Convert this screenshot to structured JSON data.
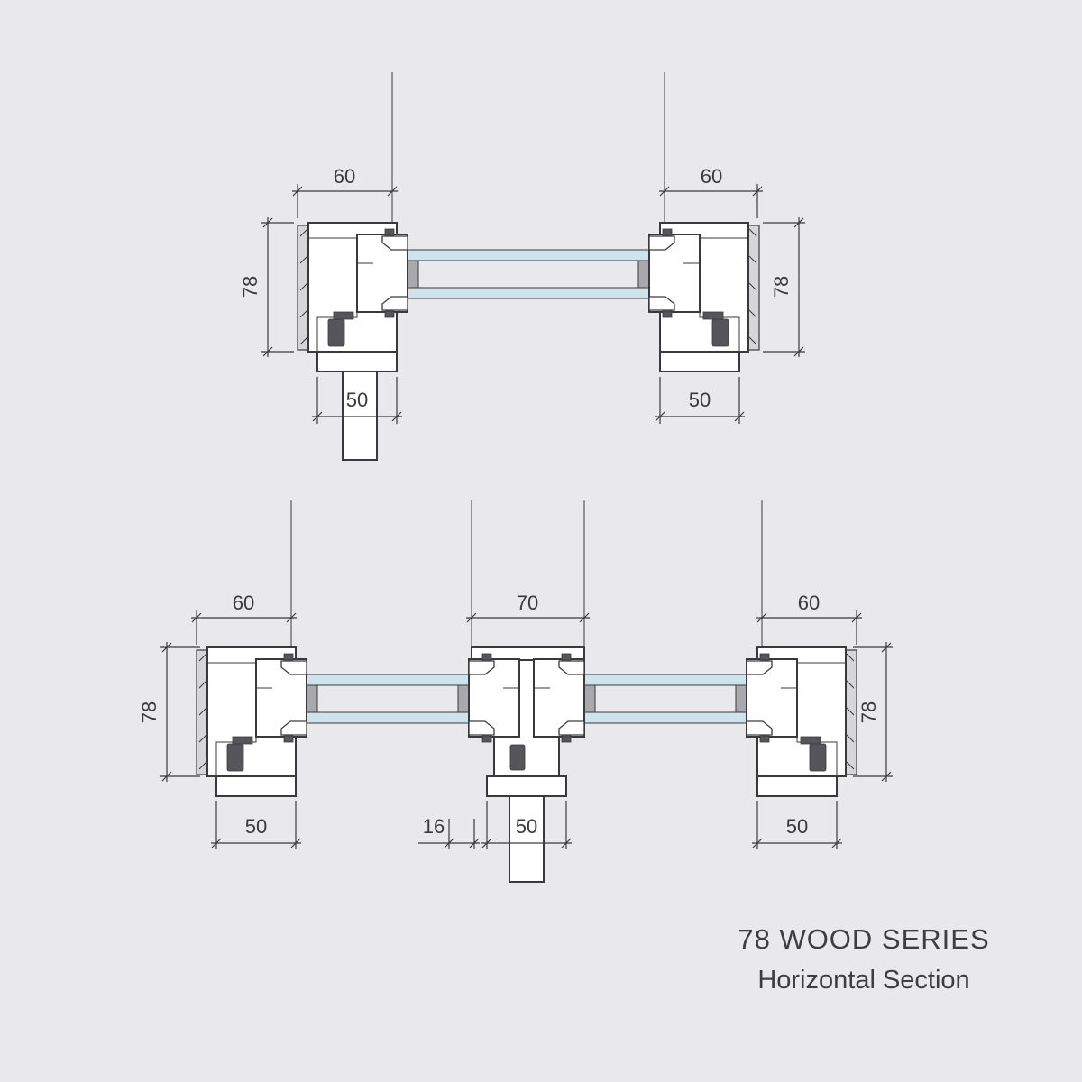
{
  "title": {
    "line1": "78 WOOD SERIES",
    "line2": "Horizontal Section"
  },
  "top_drawing": {
    "dim_width_left": "60",
    "dim_width_right": "60",
    "dim_height_left": "78",
    "dim_height_right": "78",
    "dim_foot_left": "50",
    "dim_foot_right": "50"
  },
  "bottom_drawing": {
    "dim_width_left": "60",
    "dim_width_center": "70",
    "dim_width_right": "60",
    "dim_height_left": "78",
    "dim_height_right": "78",
    "dim_foot_left": "50",
    "dim_gap_center": "16",
    "dim_foot_center": "50",
    "dim_foot_right": "50"
  },
  "colors": {
    "background": "#e9e9eb",
    "line": "#3a3a3c",
    "glass": "#cfe3ed",
    "hardware": "#55555a",
    "profile_fill": "#ffffff"
  }
}
